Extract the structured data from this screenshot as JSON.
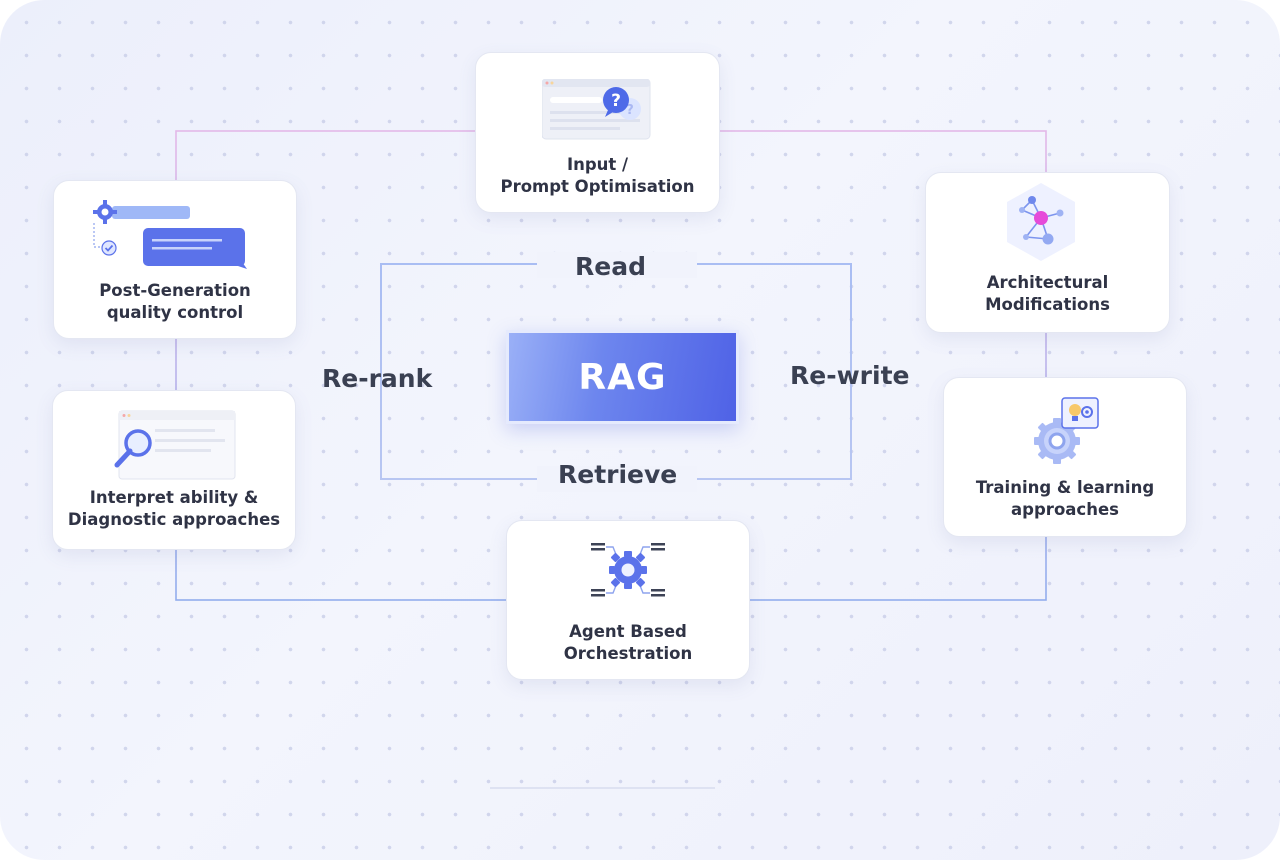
{
  "center": {
    "label": "RAG"
  },
  "cycle": {
    "top": "Read",
    "bottom": "Retrieve",
    "left": "Re-rank",
    "right": "Re-write"
  },
  "cards": {
    "input": "Input /\nPrompt Optimisation",
    "post_generation": "Post-Generation\nquality control",
    "interpretability": "Interpret ability &\nDiagnostic approaches",
    "architectural": "Architectural\nModifications",
    "training": "Training & learning\napproaches",
    "agent": "Agent Based\nOrchestration"
  },
  "colors": {
    "accent_blue": "#5a74ee",
    "accent_magenta": "#e64bd9",
    "outer_line_top": "#e0b6e6",
    "outer_line_bottom": "#93aeee"
  },
  "icons": {
    "input": "question-bubble-icon",
    "post_generation": "gear-chat-check-icon",
    "interpretability": "magnifier-icon",
    "architectural": "network-hexagon-icon",
    "training": "gear-lightbulb-icon",
    "agent": "gear-servers-icon"
  }
}
